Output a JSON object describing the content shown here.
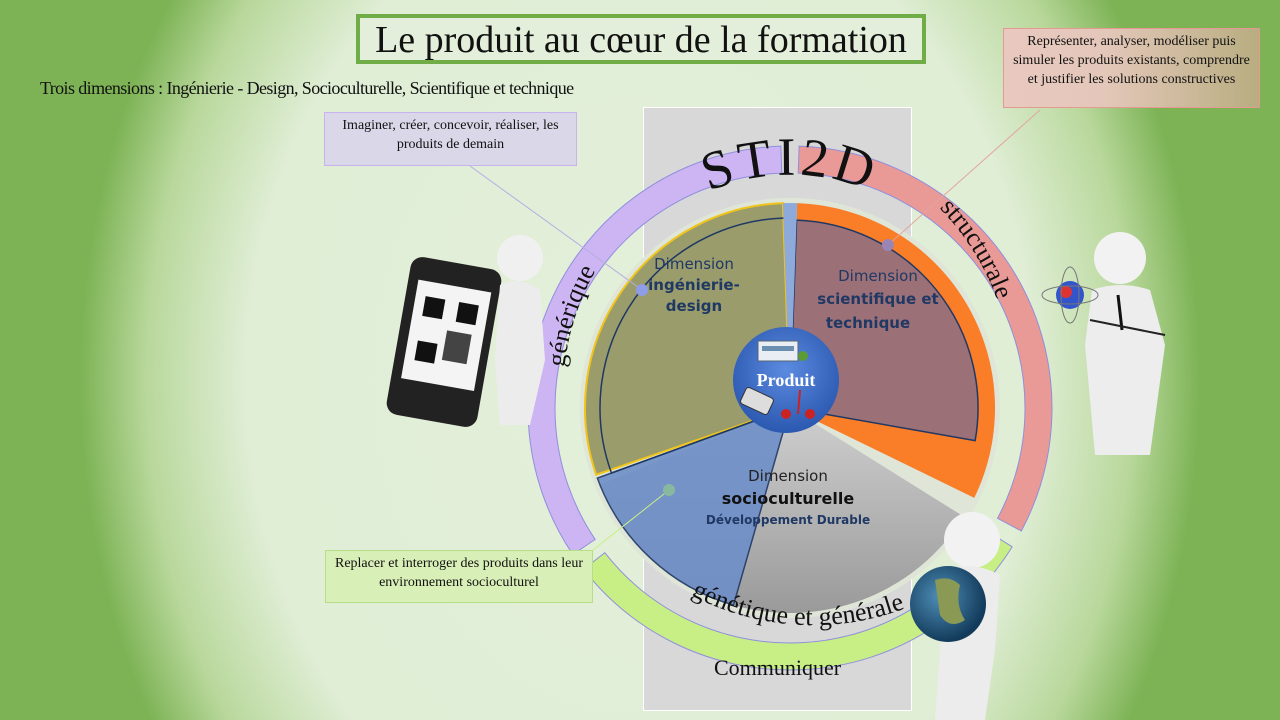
{
  "title": "Le  produit au cœur de la formation",
  "subtitle": "Trois dimensions : Ingénierie - Design, Socioculturelle, Scientifique et technique",
  "callouts": {
    "ingenierie": "Imaginer, créer, concevoir, réaliser, les produits de demain",
    "scientifique": "Représenter, analyser, modéliser puis simuler les produits existants, comprendre et justifier les solutions constructives",
    "socioculturelle": "Replacer et interroger des produits dans leur environnement socioculturel"
  },
  "communiquer": "Communiquer",
  "ring": {
    "left": "générique",
    "right": "structurale",
    "bottom": "génétique et générale"
  },
  "center_title": "STI2D",
  "hub_label": "Produit",
  "dimensions": {
    "ingenierie": {
      "line1": "Dimension",
      "line2": "ingénierie-",
      "line3": "design"
    },
    "scientifique": {
      "line1": "Dimension",
      "line2": "scientifique  et",
      "line3": "technique"
    },
    "socioculturelle": {
      "line1": "Dimension",
      "line2": "socioculturelle",
      "line3": "Développement Durable"
    }
  },
  "colors": {
    "purple_ring": "#cdb4f2",
    "red_ring": "#e99a96",
    "green_ring": "#c8ef86",
    "olive": "#9a9c6c",
    "maroon": "#9c7077",
    "orange": "#fa7d28",
    "gray": "#b0b0b0",
    "blue": "#6e8fc8",
    "hub": "#3a6cc8"
  }
}
